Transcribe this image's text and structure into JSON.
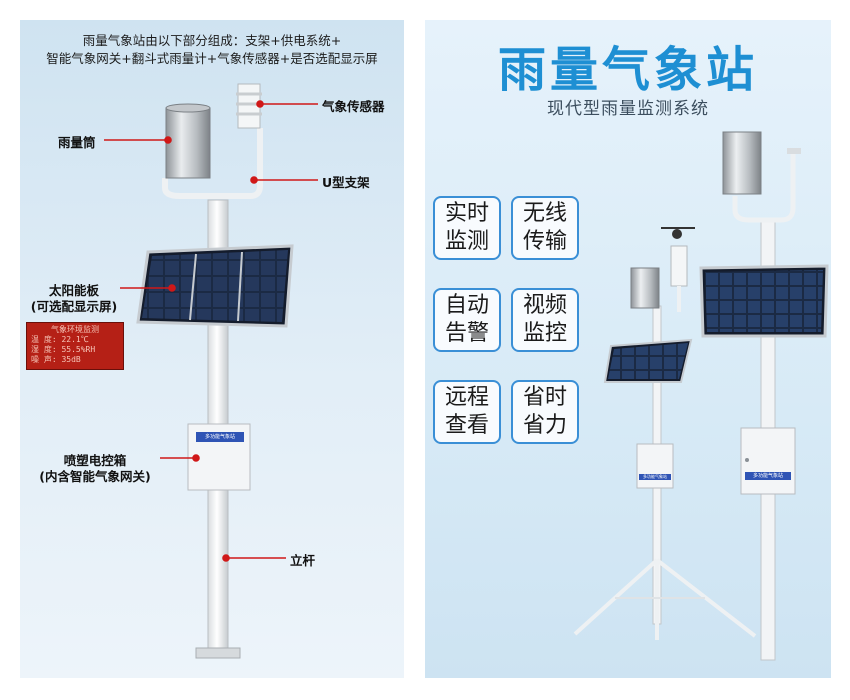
{
  "left_panel": {
    "caption_line1": "雨量气象站由以下部分组成：支架+供电系统+",
    "caption_line2": "智能气象网关+翻斗式雨量计+气象传感器+是否选配显示屏",
    "labels": {
      "weather_sensor": "气象传感器",
      "rain_gauge": "雨量筒",
      "u_bracket": "U型支架",
      "solar_panel_line1": "太阳能板",
      "solar_panel_line2": "(可选配显示屏)",
      "control_box_line1": "喷塑电控箱",
      "control_box_line2": "(内含智能气象网关)",
      "pole": "立杆"
    },
    "led_display": {
      "title": "气象环境监测",
      "row1": "温  度: 22.1℃",
      "row2": "湿  度: 55.5%RH",
      "row3": "噪  声: 35dB"
    },
    "box_plate": "多功能气象站"
  },
  "right_panel": {
    "title": "雨量气象站",
    "subtitle": "现代型雨量监测系统",
    "features": [
      {
        "line1": "实时",
        "line2": "监测"
      },
      {
        "line1": "无线",
        "line2": "传输"
      },
      {
        "line1": "自动",
        "line2": "告警"
      },
      {
        "line1": "视频",
        "line2": "监控"
      },
      {
        "line1": "远程",
        "line2": "查看"
      },
      {
        "line1": "省时",
        "line2": "省力"
      }
    ],
    "box_plate_large": "多功能气象站",
    "box_plate_small": "多功能气象站"
  },
  "colors": {
    "title_blue": "#1e8fd3",
    "badge_border": "#3a8fd6",
    "leader_red": "#d01818",
    "led_red": "#b52016"
  }
}
